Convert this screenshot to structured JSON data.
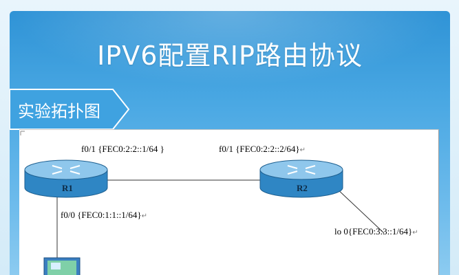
{
  "slide": {
    "title": "IPV6配置RIP路由协议",
    "section_label": "实验拓扑图"
  },
  "diagram": {
    "router_r1": {
      "name": "R1",
      "link_label": "f0/1 {FEC0:2:2::1/64 }",
      "lan_label": "f0/0 {FEC0:1:1::1/64}"
    },
    "router_r2": {
      "name": "R2",
      "link_label": "f0/1 {FEC0:2:2::2/64}",
      "loopback_label": "lo 0{FEC0:3:3::1/64}"
    },
    "return_mark": "↵"
  },
  "colors": {
    "banner_top": "#2f93d6",
    "banner_bottom": "#8ccbf0",
    "router_body": "#2f86c4",
    "router_top": "#8fc7ec"
  }
}
